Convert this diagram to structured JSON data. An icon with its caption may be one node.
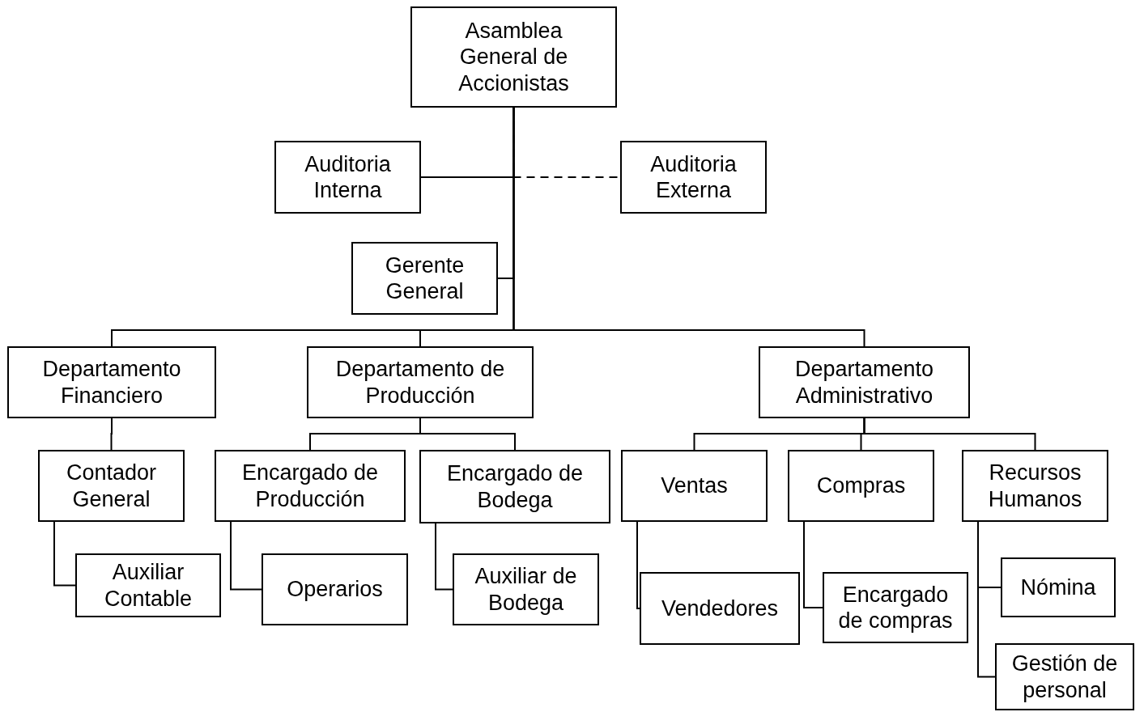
{
  "diagram": {
    "nodes": [
      {
        "text": [
          "Asamblea General de Accionistas"
        ]
      },
      {
        "text": [
          "Auditoria Interna"
        ]
      },
      {
        "text": [
          "Auditoria Externa"
        ]
      },
      {
        "text": [
          "Gerente General"
        ]
      },
      {
        "text": [
          "Departamento Financiero"
        ]
      },
      {
        "text": [
          "Departamento de Producción"
        ]
      },
      {
        "text": [
          "Departamento Administrativo"
        ]
      },
      {
        "text": [
          "Contador General"
        ]
      },
      {
        "text": [
          "Encargado de Producción"
        ]
      },
      {
        "text": [
          "Encargado de Bodega"
        ]
      },
      {
        "text": [
          "Ventas"
        ]
      },
      {
        "text": [
          "Compras"
        ]
      },
      {
        "text": [
          "Recursos Humanos"
        ]
      },
      {
        "text": [
          "Auxiliar Contable"
        ]
      },
      {
        "text": [
          "Operarios"
        ]
      },
      {
        "text": [
          "Auxiliar de Bodega"
        ]
      },
      {
        "text": [
          "Vendedores"
        ]
      },
      {
        "text": [
          "Encargado de compras"
        ]
      },
      {
        "text": [
          "Nómina"
        ]
      },
      {
        "text": [
          "Gestión de personal"
        ]
      }
    ],
    "edges": [
      {
        "from": 0,
        "to": 1,
        "arrow": "none"
      },
      {
        "from": 0,
        "to": 2,
        "arrow": "none",
        "style": "dashed"
      },
      {
        "from": 0,
        "to": 3,
        "arrow": "none"
      },
      {
        "from": 0,
        "to": 4,
        "arrow": "none"
      },
      {
        "from": 0,
        "to": 5,
        "arrow": "none"
      },
      {
        "from": 0,
        "to": 6,
        "arrow": "none"
      },
      {
        "from": 4,
        "to": 7,
        "arrow": "none"
      },
      {
        "from": 5,
        "to": 8,
        "arrow": "none"
      },
      {
        "from": 5,
        "to": 9,
        "arrow": "none"
      },
      {
        "from": 6,
        "to": 10,
        "arrow": "none"
      },
      {
        "from": 6,
        "to": 11,
        "arrow": "none"
      },
      {
        "from": 6,
        "to": 12,
        "arrow": "none"
      },
      {
        "from": 7,
        "to": 13,
        "arrow": "none"
      },
      {
        "from": 8,
        "to": 14,
        "arrow": "none"
      },
      {
        "from": 9,
        "to": 15,
        "arrow": "none"
      },
      {
        "from": 10,
        "to": 16,
        "arrow": "none"
      },
      {
        "from": 11,
        "to": 17,
        "arrow": "none"
      },
      {
        "from": 12,
        "to": 18,
        "arrow": "none"
      },
      {
        "from": 12,
        "to": 19,
        "arrow": "none"
      }
    ]
  }
}
